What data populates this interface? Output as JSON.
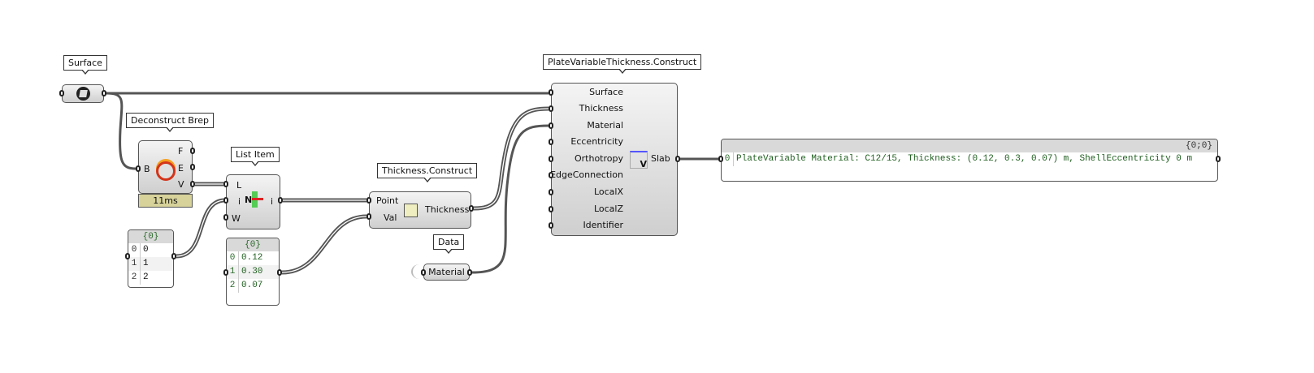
{
  "surface": {
    "tooltip": "Surface",
    "icon": "surface-param-icon"
  },
  "deconstruct": {
    "tooltip": "Deconstruct Brep",
    "inputs": [
      "B"
    ],
    "outputs": [
      "F",
      "E",
      "V"
    ],
    "timing": "11ms",
    "icon": "deconstruct-brep-icon"
  },
  "list_item": {
    "tooltip": "List Item",
    "inputs": [
      "L",
      "i",
      "W"
    ],
    "outputs": [
      "i"
    ],
    "icon": "list-item-icon",
    "icon_text": "N"
  },
  "int_panel": {
    "header": "{0}",
    "rows": [
      {
        "i": "0",
        "v": "0"
      },
      {
        "i": "1",
        "v": "1"
      },
      {
        "i": "2",
        "v": "2"
      }
    ]
  },
  "float_panel": {
    "header": "{0}",
    "rows": [
      {
        "i": "0",
        "v": "0.12"
      },
      {
        "i": "1",
        "v": "0.30"
      },
      {
        "i": "2",
        "v": "0.07"
      }
    ]
  },
  "thickness": {
    "tooltip": "Thickness.Construct",
    "inputs": [
      "Point",
      "Val"
    ],
    "output": "Thickness",
    "icon": "thickness-icon"
  },
  "material": {
    "tooltip": "Data",
    "label": "Material"
  },
  "pvt": {
    "tooltip": "PlateVariableThickness.Construct",
    "inputs": [
      "Surface",
      "Thickness",
      "Material",
      "Eccentricity",
      "Orthotropy",
      "EdgeConnection",
      "LocalX",
      "LocalZ",
      "Identifier"
    ],
    "output": "Slab",
    "icon": "slab-icon",
    "icon_text": "V"
  },
  "out_panel": {
    "header": "{0;0}",
    "rows": [
      {
        "i": "0",
        "v": "PlateVariable Material: C12/15, Thickness: (0.12, 0.3, 0.07) m, ShellEccentricity 0 m"
      }
    ]
  }
}
